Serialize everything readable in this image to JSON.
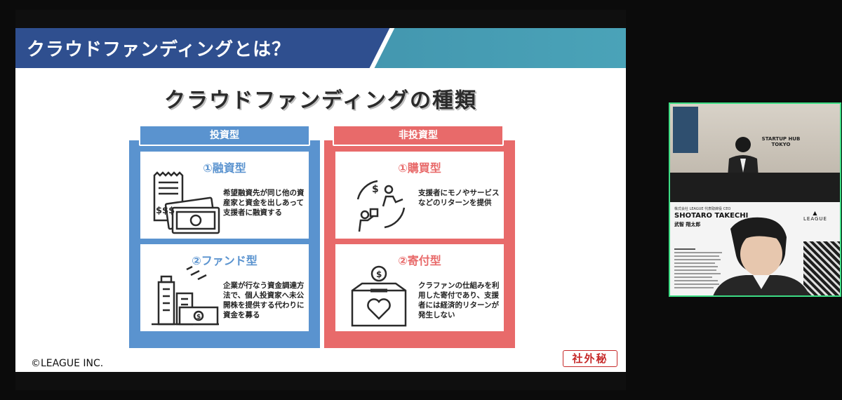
{
  "slide": {
    "header_title": "クラウドファンディングとは？",
    "main_title": "クラウドファンディングの種類",
    "left_column": {
      "label": "投資型",
      "cards": [
        {
          "title": "①融資型",
          "text": "希望融資先が同じ他の資産家と資金を出しあって支援者に融資する",
          "icon": "receipt-money-icon"
        },
        {
          "title": "②ファンド型",
          "text": "企業が行なう資金調達方法で、個人投資家へ未公開株を提供する代わりに資金を募る",
          "icon": "buildings-money-icon"
        }
      ]
    },
    "right_column": {
      "label": "非投資型",
      "cards": [
        {
          "title": "①購買型",
          "text": "支援者にモノやサービスなどのリターンを提供",
          "icon": "exchange-icon"
        },
        {
          "title": "②寄付型",
          "text": "クラファンの仕組みを利用した寄付であり、支援者には経済的リターンが発生しない",
          "icon": "donation-box-icon"
        }
      ]
    },
    "copyright": "©LEAGUE INC.",
    "stamp": "社外秘",
    "colors": {
      "header_blue": "#2f4f8f",
      "header_teal": "#3a86a3",
      "invest_blue": "#5a93cf",
      "noninvest_red": "#e86a6a"
    }
  },
  "video": {
    "room_sign": "STARTUP HUB TOKYO",
    "company_line": "株式会社 LEAGUE 代表取締役 CEO",
    "speaker_name_en": "SHOTARO TAKECHI",
    "speaker_name_jp": "武智 翔太郎",
    "logo_text": "LEAGUE",
    "border_color": "#3ddc84"
  }
}
